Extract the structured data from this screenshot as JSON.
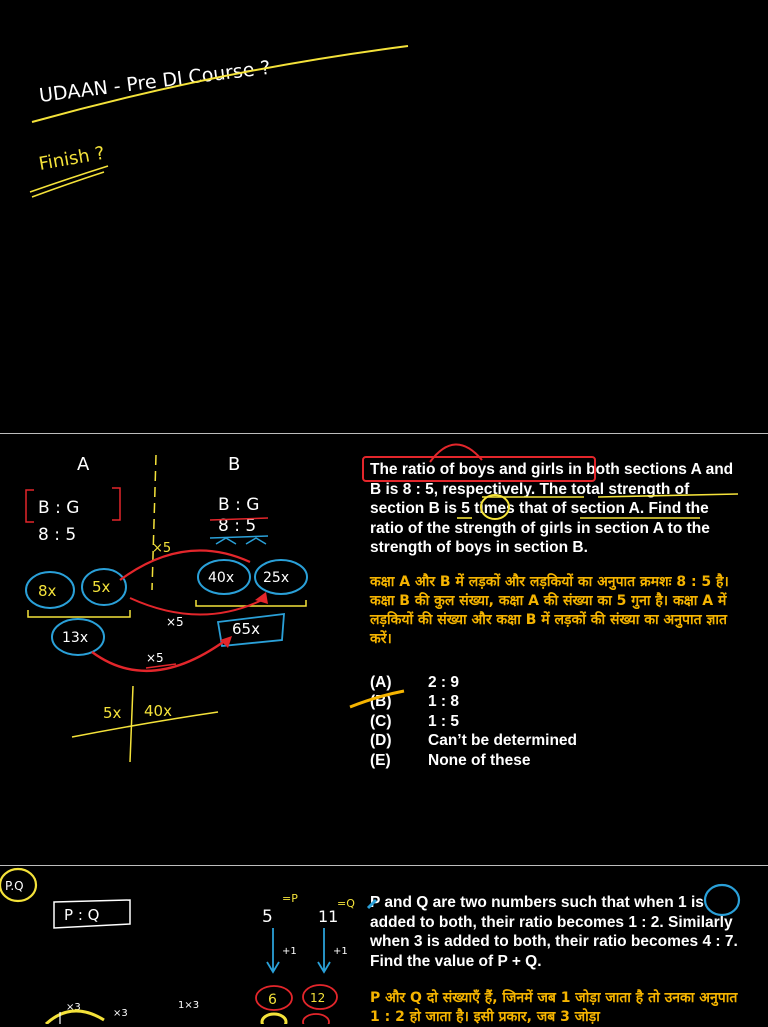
{
  "top": {
    "heading": "UDAAN - Pre DI Course ?",
    "subheading": "Finish ?"
  },
  "question1": {
    "english": "The ratio of boys and girls in both sections A and B is 8 : 5, respectively. The total strength of section B is 5 times that of section A. Find the ratio of the strength of girls in section A to the strength of boys in section B.",
    "hindi": "कक्षा A और B में लड़कों और लड़कियों का अनुपात क्रमशः 8 : 5 है। कक्षा B की कुल संख्या, कक्षा A की संख्या का 5 गुना है। कक्षा A में लड़कियों की संख्या और कक्षा B में लड़कों की संख्या का अनुपात ज्ञात करें।",
    "options": [
      {
        "key": "(A)",
        "value": "2 : 9"
      },
      {
        "key": "(B)",
        "value": "1 : 8"
      },
      {
        "key": "(C)",
        "value": "1 : 5"
      },
      {
        "key": "(D)",
        "value": "Can’t be determined"
      },
      {
        "key": "(E)",
        "value": "None of these"
      }
    ]
  },
  "notes1": {
    "label_a": "A",
    "label_b": "B",
    "ratio_header_a": "B : G",
    "ratio_values_a": "8 : 5",
    "ratio_header_b": "B : G",
    "ratio_values_b": "8 : 5",
    "circle_8x": "8x",
    "circle_5x": "5x",
    "circle_40x": "40x",
    "circle_25x": "25x",
    "circle_13x": "13x",
    "box_65x": "65x",
    "mult1": "×5",
    "mult2": "×5",
    "mult3": "×5",
    "answer_left": "5x",
    "answer_right": "40x"
  },
  "question2": {
    "english": "P and Q are two numbers such that when 1 is added to both, their ratio becomes 1 : 2. Similarly when 3 is added to both, their ratio becomes 4 : 7. Find the value of P + Q.",
    "hindi": "P और Q दो संख्याएँ हैं, जिनमें जब 1 जोड़ा जाता है तो उनका अनुपात 1 : 2 हो जाता है। इसी प्रकार, जब 3 जोड़ा"
  },
  "notes2": {
    "tag": "P.Q",
    "box_pq": "P : Q",
    "five": "5",
    "eleven": "11",
    "p_label": "=P",
    "q_label": "=Q",
    "plus1a": "+1",
    "plus1b": "+1",
    "six": "6",
    "twelve": "12",
    "times3a": "×3",
    "times3b": "×3",
    "times3c": "1×3"
  }
}
